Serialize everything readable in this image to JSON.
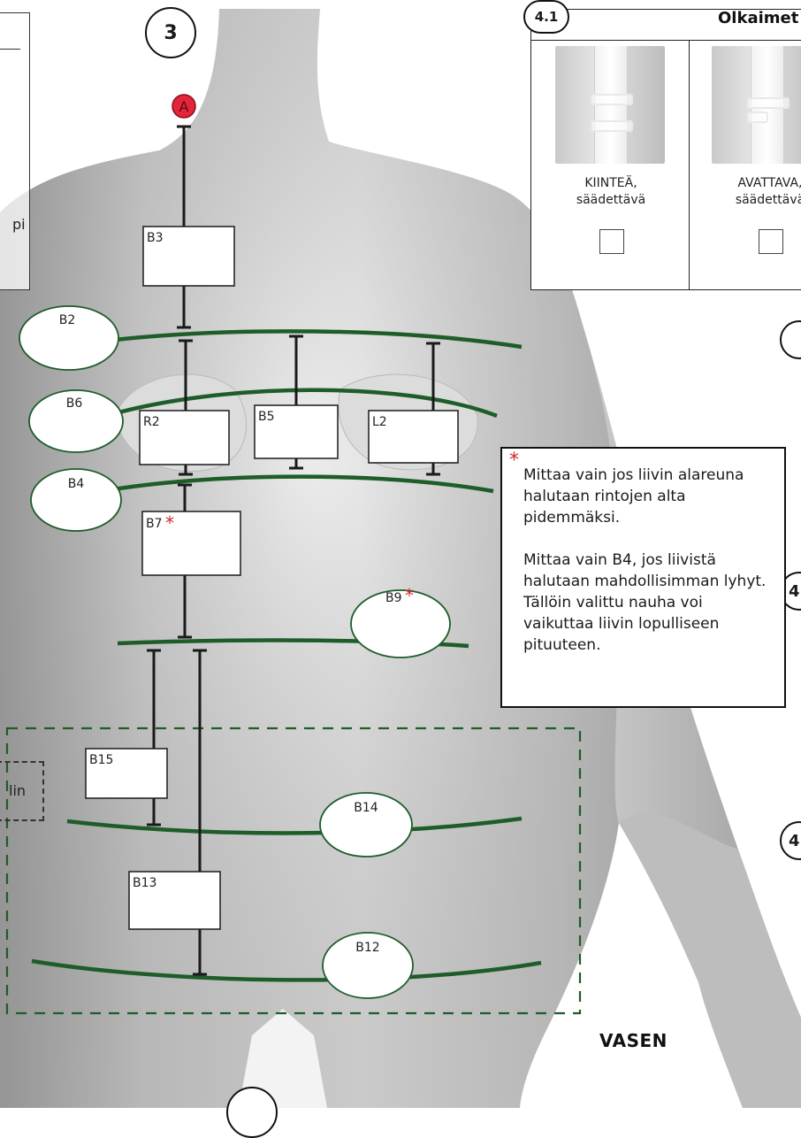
{
  "section_badge": "3",
  "point_marker": "A",
  "measure_boxes": [
    {
      "id": "B3",
      "asterisk": false
    },
    {
      "id": "R2",
      "asterisk": false
    },
    {
      "id": "B5",
      "asterisk": false
    },
    {
      "id": "L2",
      "asterisk": false
    },
    {
      "id": "B7",
      "asterisk": true
    },
    {
      "id": "B15",
      "asterisk": false
    },
    {
      "id": "B13",
      "asterisk": false
    }
  ],
  "measure_ovals": [
    {
      "id": "B2",
      "asterisk": false
    },
    {
      "id": "B6",
      "asterisk": false
    },
    {
      "id": "B4",
      "asterisk": false
    },
    {
      "id": "B9",
      "asterisk": true
    },
    {
      "id": "B14",
      "asterisk": false
    },
    {
      "id": "B12",
      "asterisk": false
    }
  ],
  "asterisk_symbol": "*",
  "straps_panel": {
    "badge": "4.1",
    "title": "Olkaimet",
    "options": [
      {
        "line1": "KIINTEÄ,",
        "line2": "säädettävä"
      },
      {
        "line1": "AVATTAVA,",
        "line2": "säädettävä"
      }
    ]
  },
  "note": {
    "star": "*",
    "paragraph1": "Mittaa vain jos liivin alareuna halutaan rintojen alta pidemmäksi.",
    "paragraph2": "Mittaa vain B4, jos liivistä halutaan mahdollisimman lyhyt. Tällöin valittu nauha voi vaikuttaa liivin lopulliseen pituuteen."
  },
  "left_fragments": {
    "pi": "pi",
    "lin": "lin"
  },
  "side_label": "VASEN",
  "edge_badges": [
    "",
    "4",
    "4"
  ],
  "colors": {
    "green_line": "#1e5d2a",
    "oval_border": "#1e5d2a",
    "marker_red": "#e3243b",
    "body_gray": "#c9c9c9"
  }
}
